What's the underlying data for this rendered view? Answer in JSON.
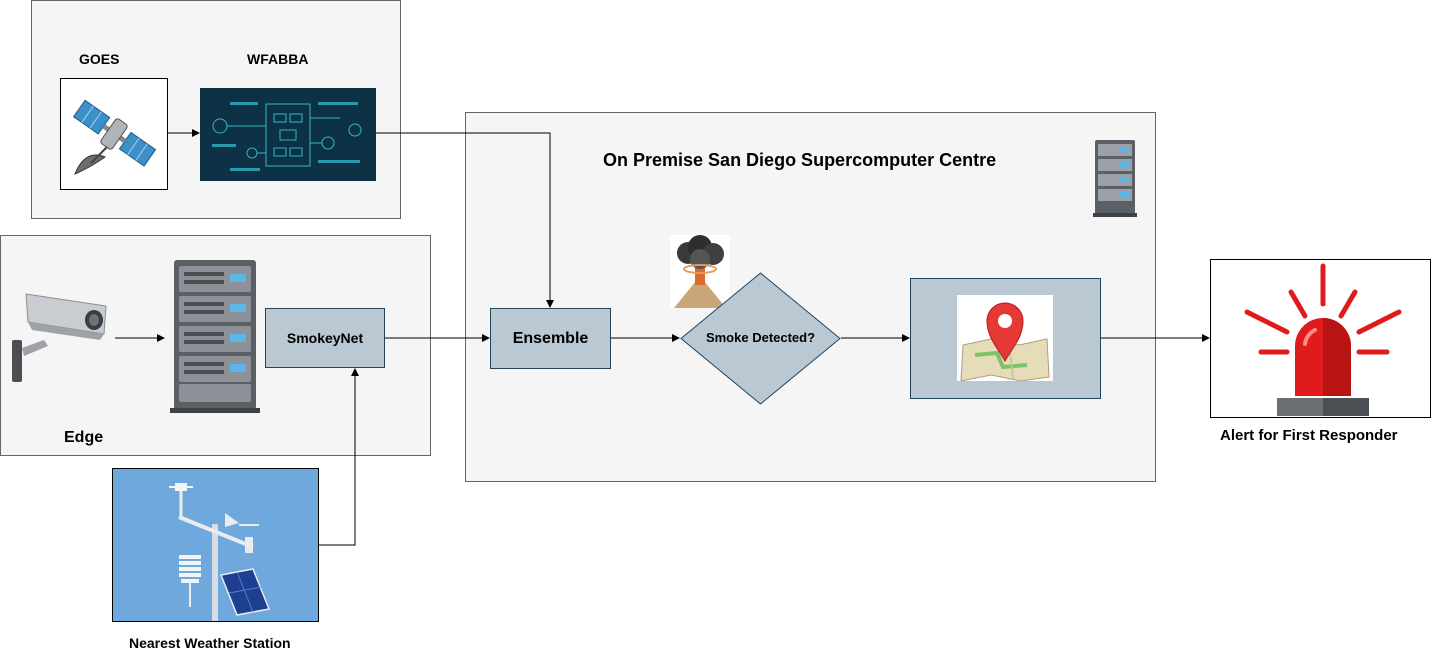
{
  "groups": {
    "satellite": {
      "goes_label": "GOES",
      "wfabba_label": "WFABBA"
    },
    "edge": {
      "label": "Edge"
    },
    "onprem": {
      "title": "On Premise San Diego Supercomputer Centre"
    }
  },
  "nodes": {
    "smokeynet": "SmokeyNet",
    "ensemble": "Ensemble",
    "decision": "Smoke Detected?"
  },
  "captions": {
    "weather_station": "Nearest Weather Station",
    "alert": "Alert for First Responder"
  },
  "colors": {
    "group_fill": "#f5f5f5",
    "node_fill": "#bac8d3",
    "node_stroke": "#23445d",
    "alert_red": "#e01b1b",
    "map_pin": "#e53935",
    "sky_blue": "#6fa8dc"
  },
  "icons": {
    "goes": "satellite-icon",
    "wfabba": "circuit-board-icon",
    "camera": "security-camera-icon",
    "edge_server": "server-rack-icon",
    "onprem_server": "server-rack-icon",
    "smoke": "smoke-plume-icon",
    "map": "map-pin-icon",
    "weather": "weather-station-icon",
    "alert": "siren-icon"
  }
}
